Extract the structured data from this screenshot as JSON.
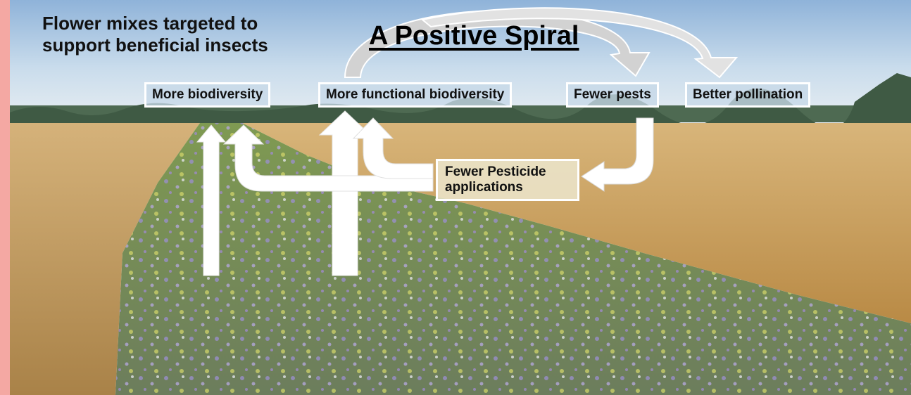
{
  "slide": {
    "heading": "Flower mixes targeted to support beneficial insects",
    "title": "A Positive Spiral"
  },
  "boxes": {
    "more_biodiversity": "More biodiversity",
    "more_functional_biodiversity": "More functional biodiversity",
    "fewer_pests": "Fewer pests",
    "better_pollination": "Better pollination",
    "fewer_pesticide_applications": "Fewer Pesticide applications"
  },
  "colors": {
    "accent_bar": "#f4a8a3",
    "arrow_fill": "#ffffff",
    "curved_arrow_fill": "#cfcfcf",
    "box_fill": "#c6d8e8"
  }
}
